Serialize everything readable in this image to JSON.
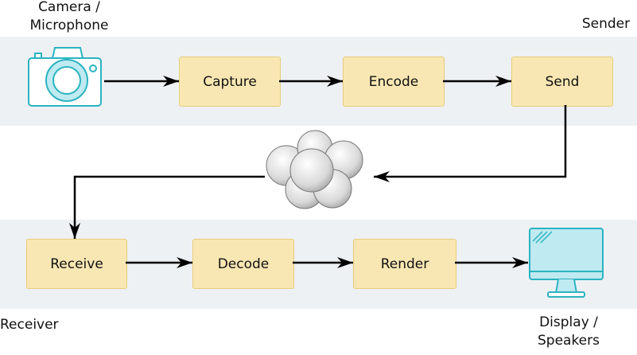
{
  "sender": {
    "label": "Sender",
    "source_label_line1": "Camera /",
    "source_label_line2": "Microphone",
    "steps": [
      "Capture",
      "Encode",
      "Send"
    ],
    "source_icon": "camera-icon"
  },
  "receiver": {
    "label": "Receiver",
    "sink_label_line1": "Display /",
    "sink_label_line2": "Speakers",
    "steps": [
      "Receive",
      "Decode",
      "Render"
    ],
    "sink_icon": "monitor-icon"
  },
  "network_icon": "cloud-icon",
  "colors": {
    "band": "#eef1f4",
    "step_fill": "#f9e7b3",
    "step_border": "#e7cc7c",
    "icon_stroke": "#2bb3c0",
    "icon_fill": "#bfeaf1",
    "arrow": "#000000"
  }
}
